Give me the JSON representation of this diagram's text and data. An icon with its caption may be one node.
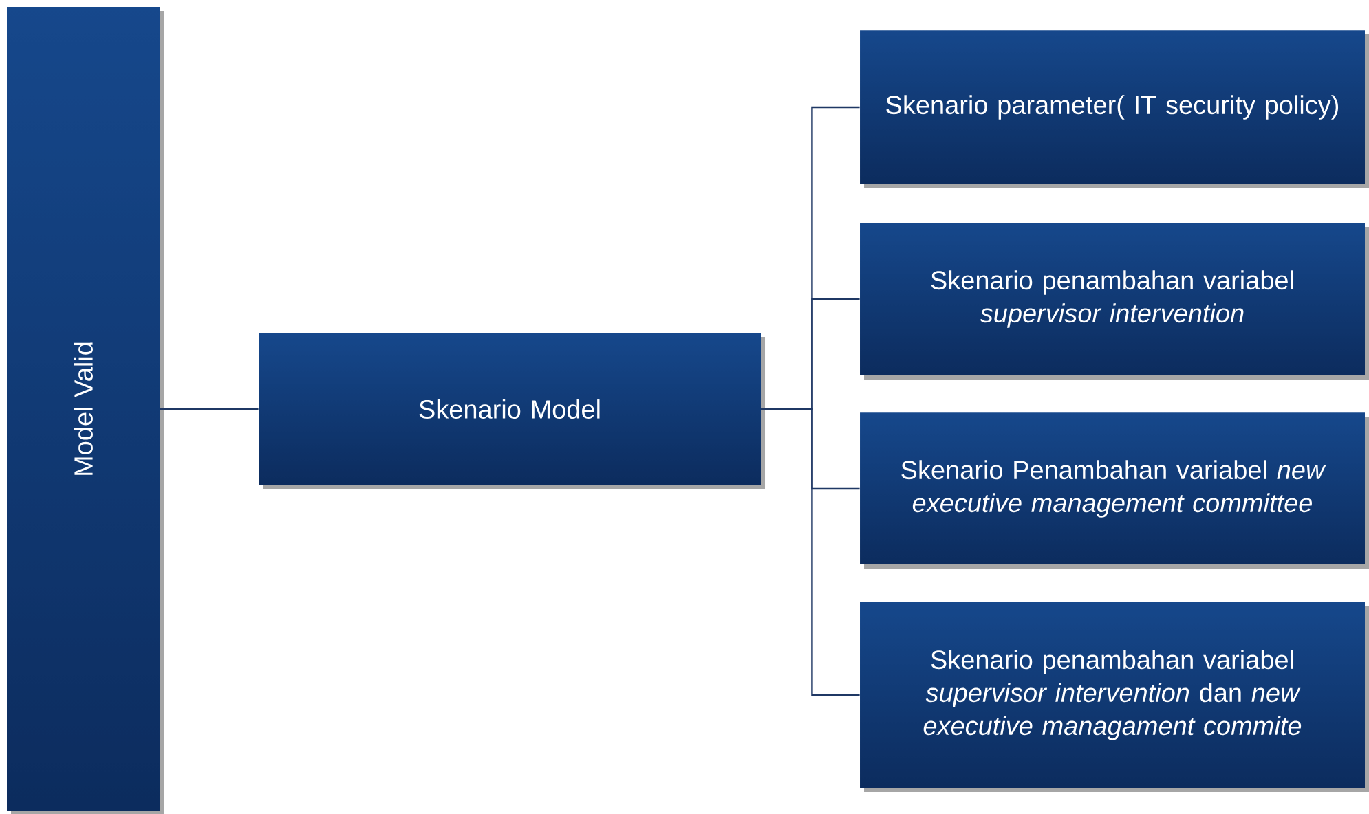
{
  "diagram": {
    "nodes": [
      {
        "text": [
          "Model Valid"
        ]
      },
      {
        "text": [
          "Skenario Model"
        ]
      },
      {
        "text": [
          "Skenario parameter( IT security policy)"
        ]
      },
      {
        "text": [
          "Skenario penambahan variabel *supervisor intervention*"
        ]
      },
      {
        "text": [
          "Skenario Penambahan variabel *new executive management committee*"
        ]
      },
      {
        "text": [
          "Skenario penambahan variabel *supervisor intervention* dan *new executive managament commite*"
        ]
      }
    ],
    "edges": [
      {
        "from": 0,
        "to": 1,
        "arrow": "none"
      },
      {
        "from": 1,
        "to": 2,
        "arrow": "none"
      },
      {
        "from": 1,
        "to": 3,
        "arrow": "none"
      },
      {
        "from": 1,
        "to": 4,
        "arrow": "none"
      },
      {
        "from": 1,
        "to": 5,
        "arrow": "none"
      }
    ]
  }
}
